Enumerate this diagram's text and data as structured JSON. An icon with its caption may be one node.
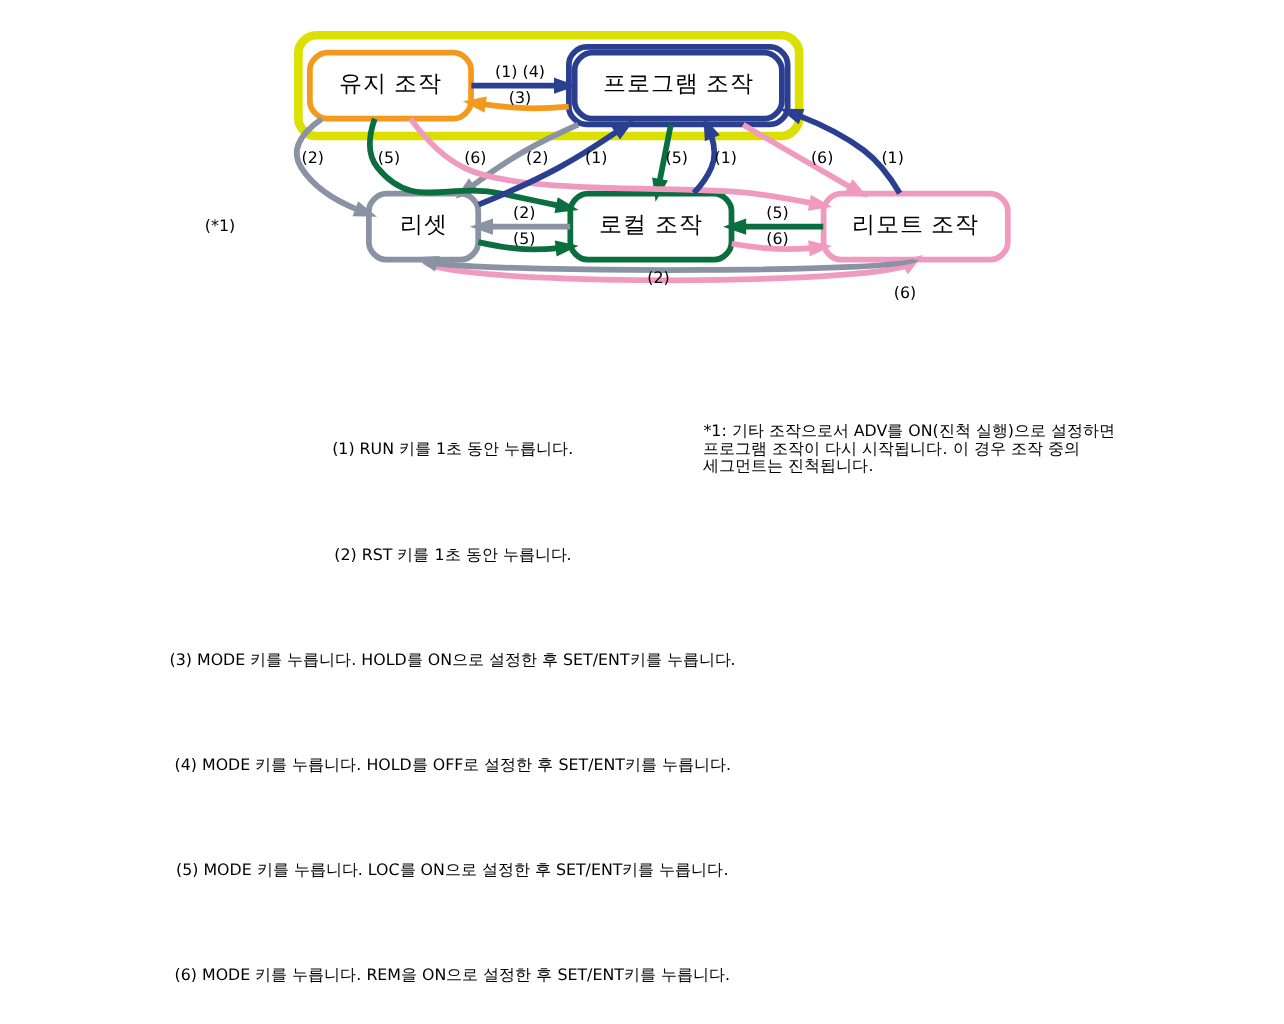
{
  "diagram": {
    "nodes": [
      {
        "text": [],
        "shape": "box"
      },
      {
        "text": [
          "프로그램 조작"
        ],
        "in": 0
      },
      {
        "text": [
          "유지 조작"
        ],
        "in": 0
      },
      {
        "text": [
          "리셋"
        ]
      },
      {
        "text": [
          "로컬 조작"
        ]
      },
      {
        "text": [
          "리모트 조작"
        ]
      }
    ],
    "edges": [
      {
        "from": 1,
        "to": 2,
        "arrow": "to",
        "label": "(3)",
        "color": "#f39a1e"
      },
      {
        "from": 2,
        "to": 1,
        "arrow": "to",
        "label": "(1) (4)",
        "color": "#2a3f8f"
      },
      {
        "from": 3,
        "to": 1,
        "arrow": "to",
        "label": "(1)",
        "color": "#2a3f8f"
      },
      {
        "from": 1,
        "to": 3,
        "arrow": "to",
        "label": "(2)",
        "color": "#8a93a3"
      },
      {
        "from": 4,
        "to": 1,
        "arrow": "to",
        "label": "(1)",
        "color": "#2a3f8f"
      },
      {
        "from": 1,
        "to": 4,
        "arrow": "to",
        "label": "(5)",
        "color": "#0b6e3f"
      },
      {
        "from": 5,
        "to": 1,
        "arrow": "to",
        "label": "(1)",
        "color": "#2a3f8f"
      },
      {
        "from": 1,
        "to": 5,
        "arrow": "to",
        "label": "(6)",
        "color": "#f09ac0"
      },
      {
        "from": 4,
        "to": 3,
        "arrow": "to",
        "label": "(2)",
        "color": "#8a93a3"
      },
      {
        "from": 3,
        "to": 4,
        "arrow": "to",
        "label": "(5)",
        "color": "#0b6e3f"
      },
      {
        "from": 5,
        "to": 4,
        "arrow": "to",
        "label": "(5)",
        "color": "#0b6e3f"
      },
      {
        "from": 4,
        "to": 5,
        "arrow": "to",
        "label": "(6)",
        "color": "#f09ac0"
      },
      {
        "from": 5,
        "to": 3,
        "arrow": "to",
        "label": "(2)",
        "color": "#8a93a3"
      },
      {
        "from": 3,
        "to": 5,
        "arrow": "to",
        "label": "(6)",
        "color": "#f09ac0"
      },
      {
        "from": 2,
        "to": 3,
        "arrow": "to",
        "label": "(2)",
        "color": "#8a93a3"
      },
      {
        "from": 2,
        "to": 4,
        "arrow": "to",
        "label": "(5)",
        "color": "#0b6e3f"
      },
      {
        "from": 2,
        "to": 5,
        "arrow": "to",
        "label": "(6)",
        "color": "#f09ac0"
      }
    ],
    "labels": [
      "(*1)",
      "(1) RUN 키를 1초 동안 누릅니다.",
      "(2) RST 키를 1초 동안 누릅니다.",
      "(3) MODE 키를 누릅니다. HOLD를 ON으로 설정한 후 SET/ENT키를 누릅니다.",
      "(4) MODE 키를 누릅니다. HOLD를 OFF로 설정한 후 SET/ENT키를 누릅니다.",
      "(5) MODE 키를 누릅니다. LOC를 ON으로 설정한 후 SET/ENT키를 누릅니다.",
      "(6) MODE 키를 누릅니다. REM을 ON으로 설정한 후 SET/ENT키를 누릅니다.",
      "*1: 기타 조작으로서 ADV를 ON(진척 실행)으로 설정하면 프로그램 조작이 다시 시작됩니다. 이 경우 조작 중의 세그먼트는 진척됩니다."
    ]
  }
}
